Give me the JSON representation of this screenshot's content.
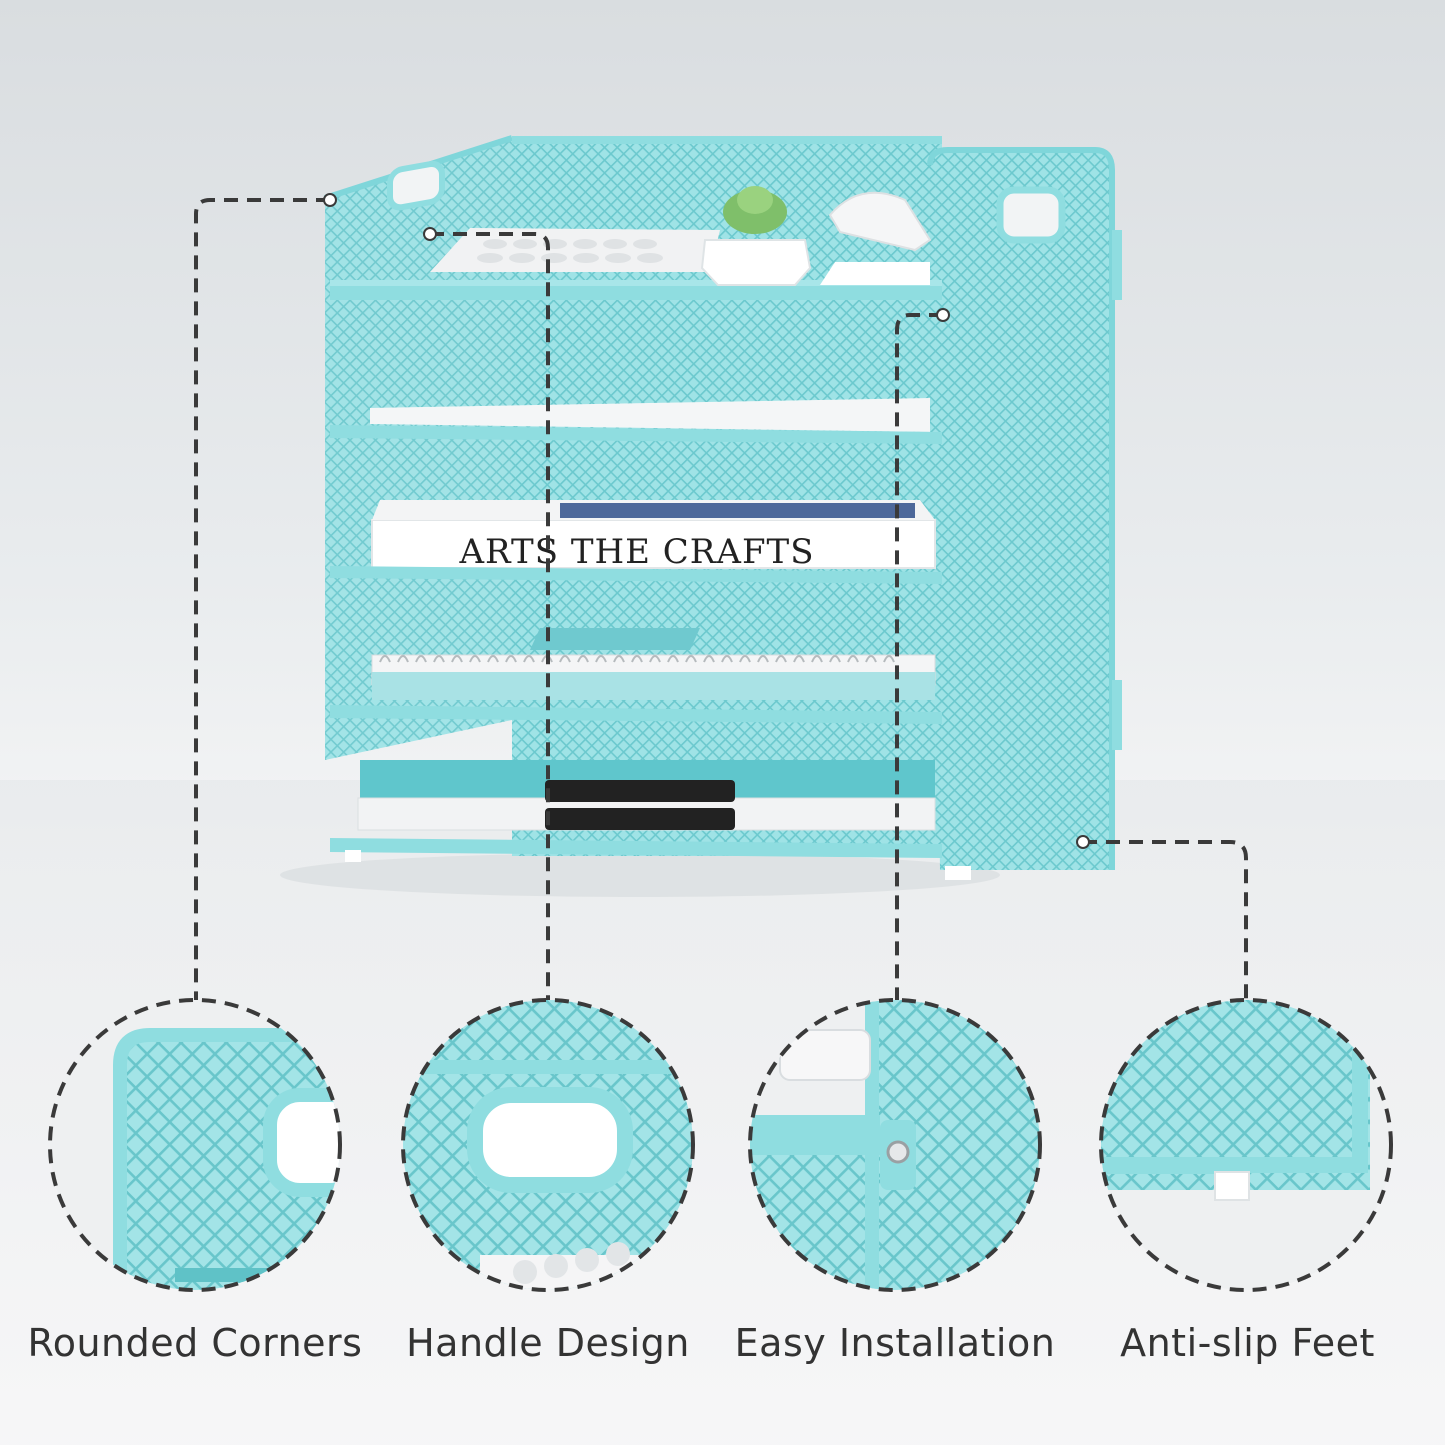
{
  "colors": {
    "background_top": "#d9dde0",
    "background_bottom": "#f7f7f8",
    "organizer": "#8fdde0",
    "organizer_dark": "#5fc2c7",
    "callout_line": "#3a3a3a",
    "caption_text": "#333333"
  },
  "product": {
    "book_title": "ARTS THE CRAFTS"
  },
  "features": [
    {
      "label": "Rounded Corners",
      "icon": "rounded-corner-detail"
    },
    {
      "label": "Handle Design",
      "icon": "handle-cutout-detail"
    },
    {
      "label": "Easy Installation",
      "icon": "screw-joint-detail"
    },
    {
      "label": "Anti-slip Feet",
      "icon": "rubber-foot-detail"
    }
  ]
}
